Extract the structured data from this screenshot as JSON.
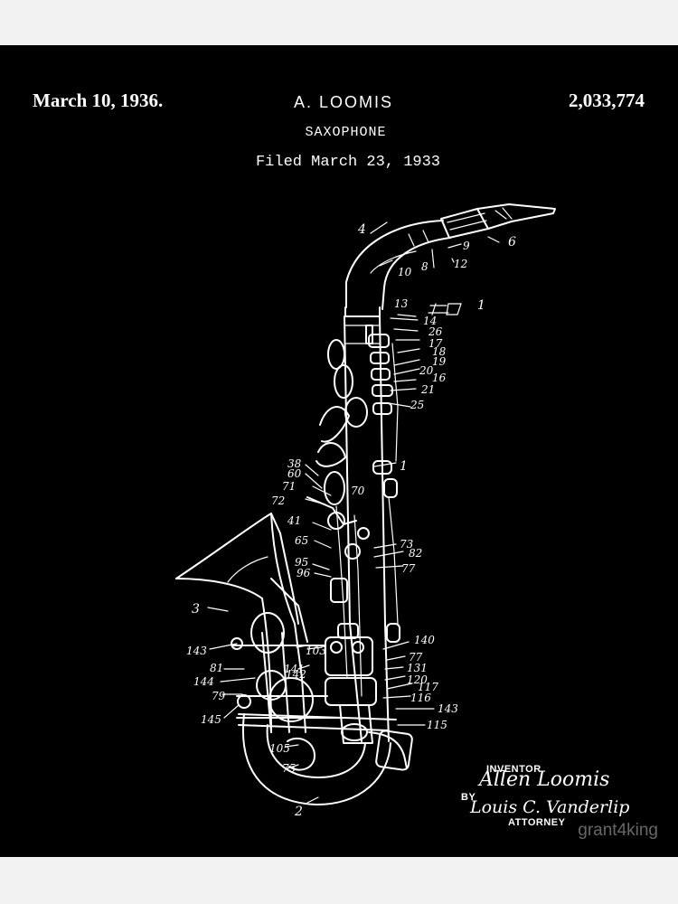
{
  "header": {
    "date": "March 10, 1936.",
    "inventor": "A. LOOMIS",
    "patent_number": "2,033,774",
    "subject": "SAXOPHONE",
    "filed": "Filed March 23, 1933"
  },
  "drawing": {
    "figure_label": "1",
    "reference_numerals": [
      "4",
      "9",
      "8",
      "12",
      "10",
      "6",
      "13",
      "14",
      "26",
      "17",
      "18",
      "19",
      "20",
      "16",
      "21",
      "25",
      "1",
      "38",
      "60",
      "71",
      "70",
      "72",
      "41",
      "65",
      "73",
      "82",
      "95",
      "96",
      "77",
      "3",
      "143",
      "81",
      "144",
      "79",
      "145",
      "141",
      "142",
      "103",
      "140",
      "77",
      "131",
      "120",
      "117",
      "116",
      "143",
      "115",
      "105",
      "75",
      "2"
    ]
  },
  "signatures": {
    "inventor_label": "INVENTOR",
    "inventor_signature": "Allen Loomis",
    "by_label": "BY",
    "attorney_signature": "Louis C. Vanderlip",
    "attorney_label": "ATTORNEY"
  },
  "watermark": "grant4king",
  "colors": {
    "background": "#000000",
    "ink": "#ffffff",
    "frame": "#f2f2f2"
  }
}
